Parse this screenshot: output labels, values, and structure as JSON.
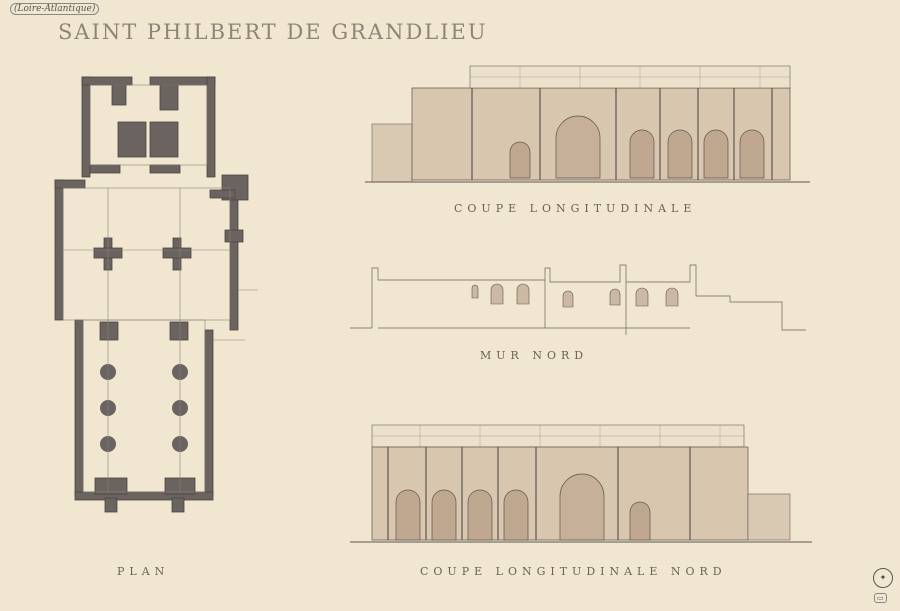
{
  "sheet": {
    "title": "SAINT PHILBERT DE GRANDLIEU",
    "note": "(Loire-Atlantique)",
    "captions": {
      "plan": "PLAN",
      "coupe_longitudinale": "COUPE LONGITUDINALE",
      "mur_nord": "MUR NORD",
      "coupe_longitudinale_nord": "COUPE LONGITUDINALE NORD"
    },
    "stamp_icon": "library-stamp-icon",
    "colors": {
      "paper": "#f1e7d1",
      "ink": "#5e5650",
      "wall_fill": "#6b6360",
      "brick": "#c9b7a2"
    }
  }
}
